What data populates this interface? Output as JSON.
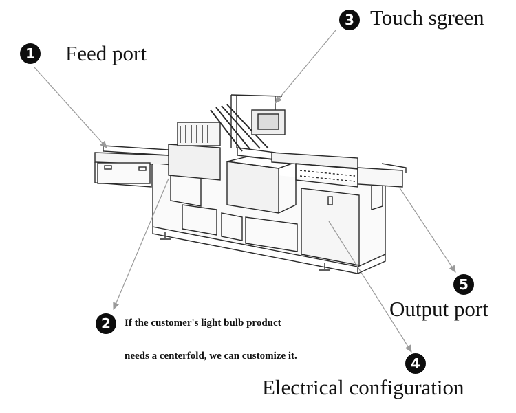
{
  "callouts": [
    {
      "number": "1",
      "text": "Feed port"
    },
    {
      "number": "2",
      "lines": [
        "If the customer's light bulb product",
        "needs a centerfold, we can customize it."
      ]
    },
    {
      "number": "3",
      "text": "Touch sgreen"
    },
    {
      "number": "4",
      "text": "Electrical configuration"
    },
    {
      "number": "5",
      "text": "Output port"
    }
  ],
  "colors": {
    "badge": "#0d0d0d",
    "leader_line": "#9a9a9a",
    "machine_stroke": "#2a2a2a"
  }
}
